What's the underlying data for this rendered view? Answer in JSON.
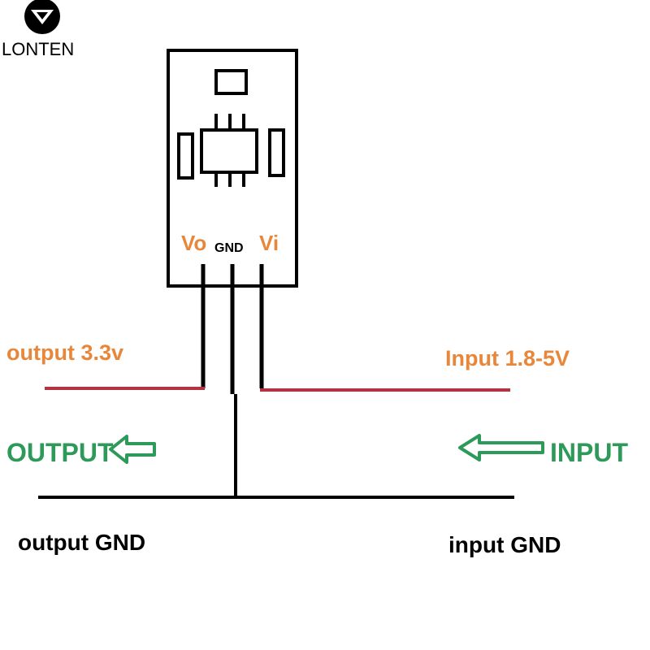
{
  "brand": {
    "name": "LONTEN",
    "logo_icon": "triangle-mask-icon"
  },
  "module": {
    "pins": {
      "vo": "Vo",
      "gnd": "GND",
      "vi": "Vi"
    }
  },
  "wiring": {
    "output_voltage": "output 3.3v",
    "input_voltage": "Input 1.8-5V",
    "output_direction": "OUTPUT",
    "input_direction": "INPUT",
    "output_gnd": "output GND",
    "input_gnd": "input GND"
  },
  "colors": {
    "wire_red": "#b5333e",
    "label_orange": "#e8873a",
    "arrow_green": "#2e9a5a",
    "line_black": "#000000"
  }
}
